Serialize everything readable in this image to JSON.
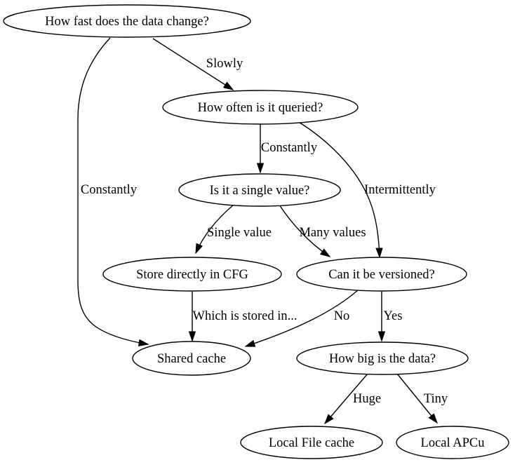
{
  "diagram": {
    "type": "flowchart",
    "background_color": "#ffffff",
    "node_fill_color": "#ffffff",
    "line_color": "#000000",
    "text_color": "#000000",
    "nodes": [
      {
        "id": "root",
        "label": "How fast does the data change?"
      },
      {
        "id": "queried",
        "label": "How often is it queried?"
      },
      {
        "id": "single",
        "label": "Is it a single value?"
      },
      {
        "id": "cfg",
        "label": "Store directly in CFG"
      },
      {
        "id": "versioned",
        "label": "Can it be versioned?"
      },
      {
        "id": "shared",
        "label": "Shared cache"
      },
      {
        "id": "howbig",
        "label": "How big is the data?"
      },
      {
        "id": "file",
        "label": "Local File cache"
      },
      {
        "id": "apcu",
        "label": "Local APCu"
      }
    ],
    "edges": [
      {
        "from": "root",
        "to": "queried",
        "label": "Slowly"
      },
      {
        "from": "root",
        "to": "shared",
        "label": "Constantly"
      },
      {
        "from": "queried",
        "to": "single",
        "label": "Constantly"
      },
      {
        "from": "queried",
        "to": "versioned",
        "label": "Intermittently"
      },
      {
        "from": "single",
        "to": "cfg",
        "label": "Single value"
      },
      {
        "from": "single",
        "to": "versioned",
        "label": "Many values"
      },
      {
        "from": "cfg",
        "to": "shared",
        "label": "Which is stored in..."
      },
      {
        "from": "versioned",
        "to": "shared",
        "label": "No"
      },
      {
        "from": "versioned",
        "to": "howbig",
        "label": "Yes"
      },
      {
        "from": "howbig",
        "to": "file",
        "label": "Huge"
      },
      {
        "from": "howbig",
        "to": "apcu",
        "label": "Tiny"
      }
    ]
  }
}
